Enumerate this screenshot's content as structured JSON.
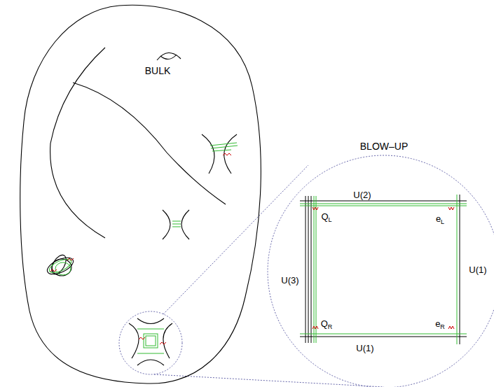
{
  "diagram": {
    "nodes": [
      {
        "text": [
          "BULK"
        ]
      },
      {
        "text": [
          "BLOW–UP"
        ]
      }
    ],
    "labels": [
      "U(2)",
      "U(3)",
      "U(1)",
      "U(1)",
      "QL",
      "eL",
      "QR",
      "eR"
    ]
  }
}
